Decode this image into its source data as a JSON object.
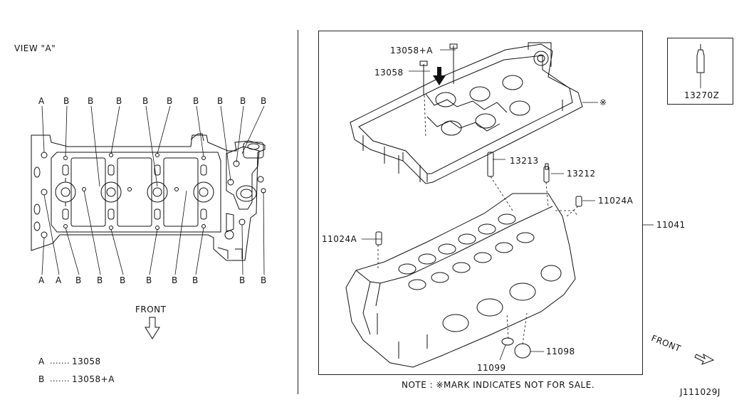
{
  "view_label": "VIEW \"A\"",
  "front_left": "FRONT",
  "front_right": "FRONT",
  "callouts_top": [
    "A",
    "B",
    "B",
    "B",
    "B",
    "B",
    "B",
    "B",
    "B",
    "B"
  ],
  "callouts_bottom": [
    "A",
    "A",
    "B",
    "B",
    "B",
    "B",
    "B",
    "B",
    "B",
    "B"
  ],
  "legend": [
    {
      "key": "A",
      "dots": ".......",
      "part": "13058"
    },
    {
      "key": "B",
      "dots": ".......",
      "part": "13058+A"
    }
  ],
  "parts": {
    "p13058A": "13058+A",
    "p13058": "13058",
    "p13213": "13213",
    "p13212": "13212",
    "p11024A_right": "11024A",
    "p11024A_left": "11024A",
    "p11041": "11041",
    "p11099": "11099",
    "p11098": "11098",
    "p13270Z": "13270Z",
    "not_for_sale_mark": "※"
  },
  "note": "NOTE : ※MARK INDICATES NOT FOR SALE.",
  "diagram_id": "J111029J"
}
